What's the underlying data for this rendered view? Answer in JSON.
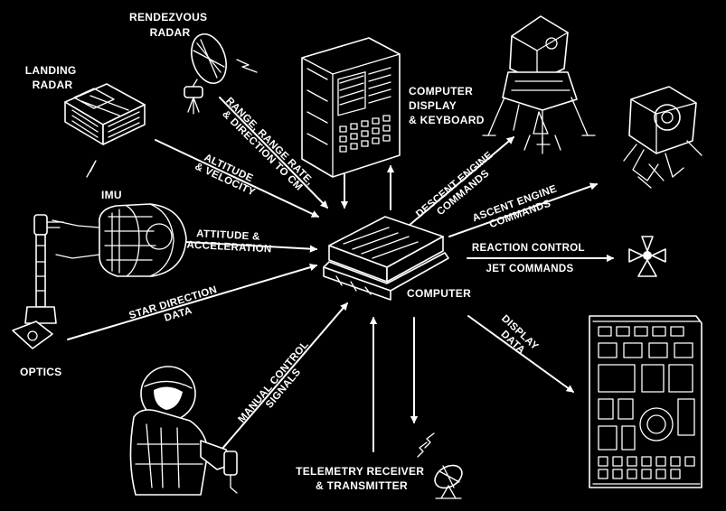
{
  "components": {
    "rendezvous_radar": [
      "RENDEZVOUS",
      "RADAR"
    ],
    "landing_radar": [
      "LANDING",
      "RADAR"
    ],
    "imu": "IMU",
    "optics": "OPTICS",
    "computer_display": [
      "COMPUTER",
      "DISPLAY",
      "& KEYBOARD"
    ],
    "computer": "COMPUTER",
    "telemetry": [
      "TELEMETRY RECEIVER",
      "& TRANSMITTER"
    ]
  },
  "signals": {
    "range": [
      "RANGE, RANGE RATE,",
      "& DIRECTION TO CM"
    ],
    "altitude": [
      "ALTITUDE",
      "& VELOCITY"
    ],
    "attitude_accel": [
      "ATTITUDE &",
      "ACCELERATION"
    ],
    "star_direction": [
      "STAR DIRECTION",
      "DATA"
    ],
    "manual_control": [
      "MANUAL CONTROL",
      "SIGNALS"
    ],
    "descent_engine": [
      "DESCENT ENGINE",
      "COMMANDS"
    ],
    "ascent_engine": [
      "ASCENT ENGINE",
      "COMMANDS"
    ],
    "reaction_control": [
      "REACTION CONTROL",
      "JET COMMANDS"
    ],
    "display_data": [
      "DISPLAY",
      "DATA"
    ]
  }
}
